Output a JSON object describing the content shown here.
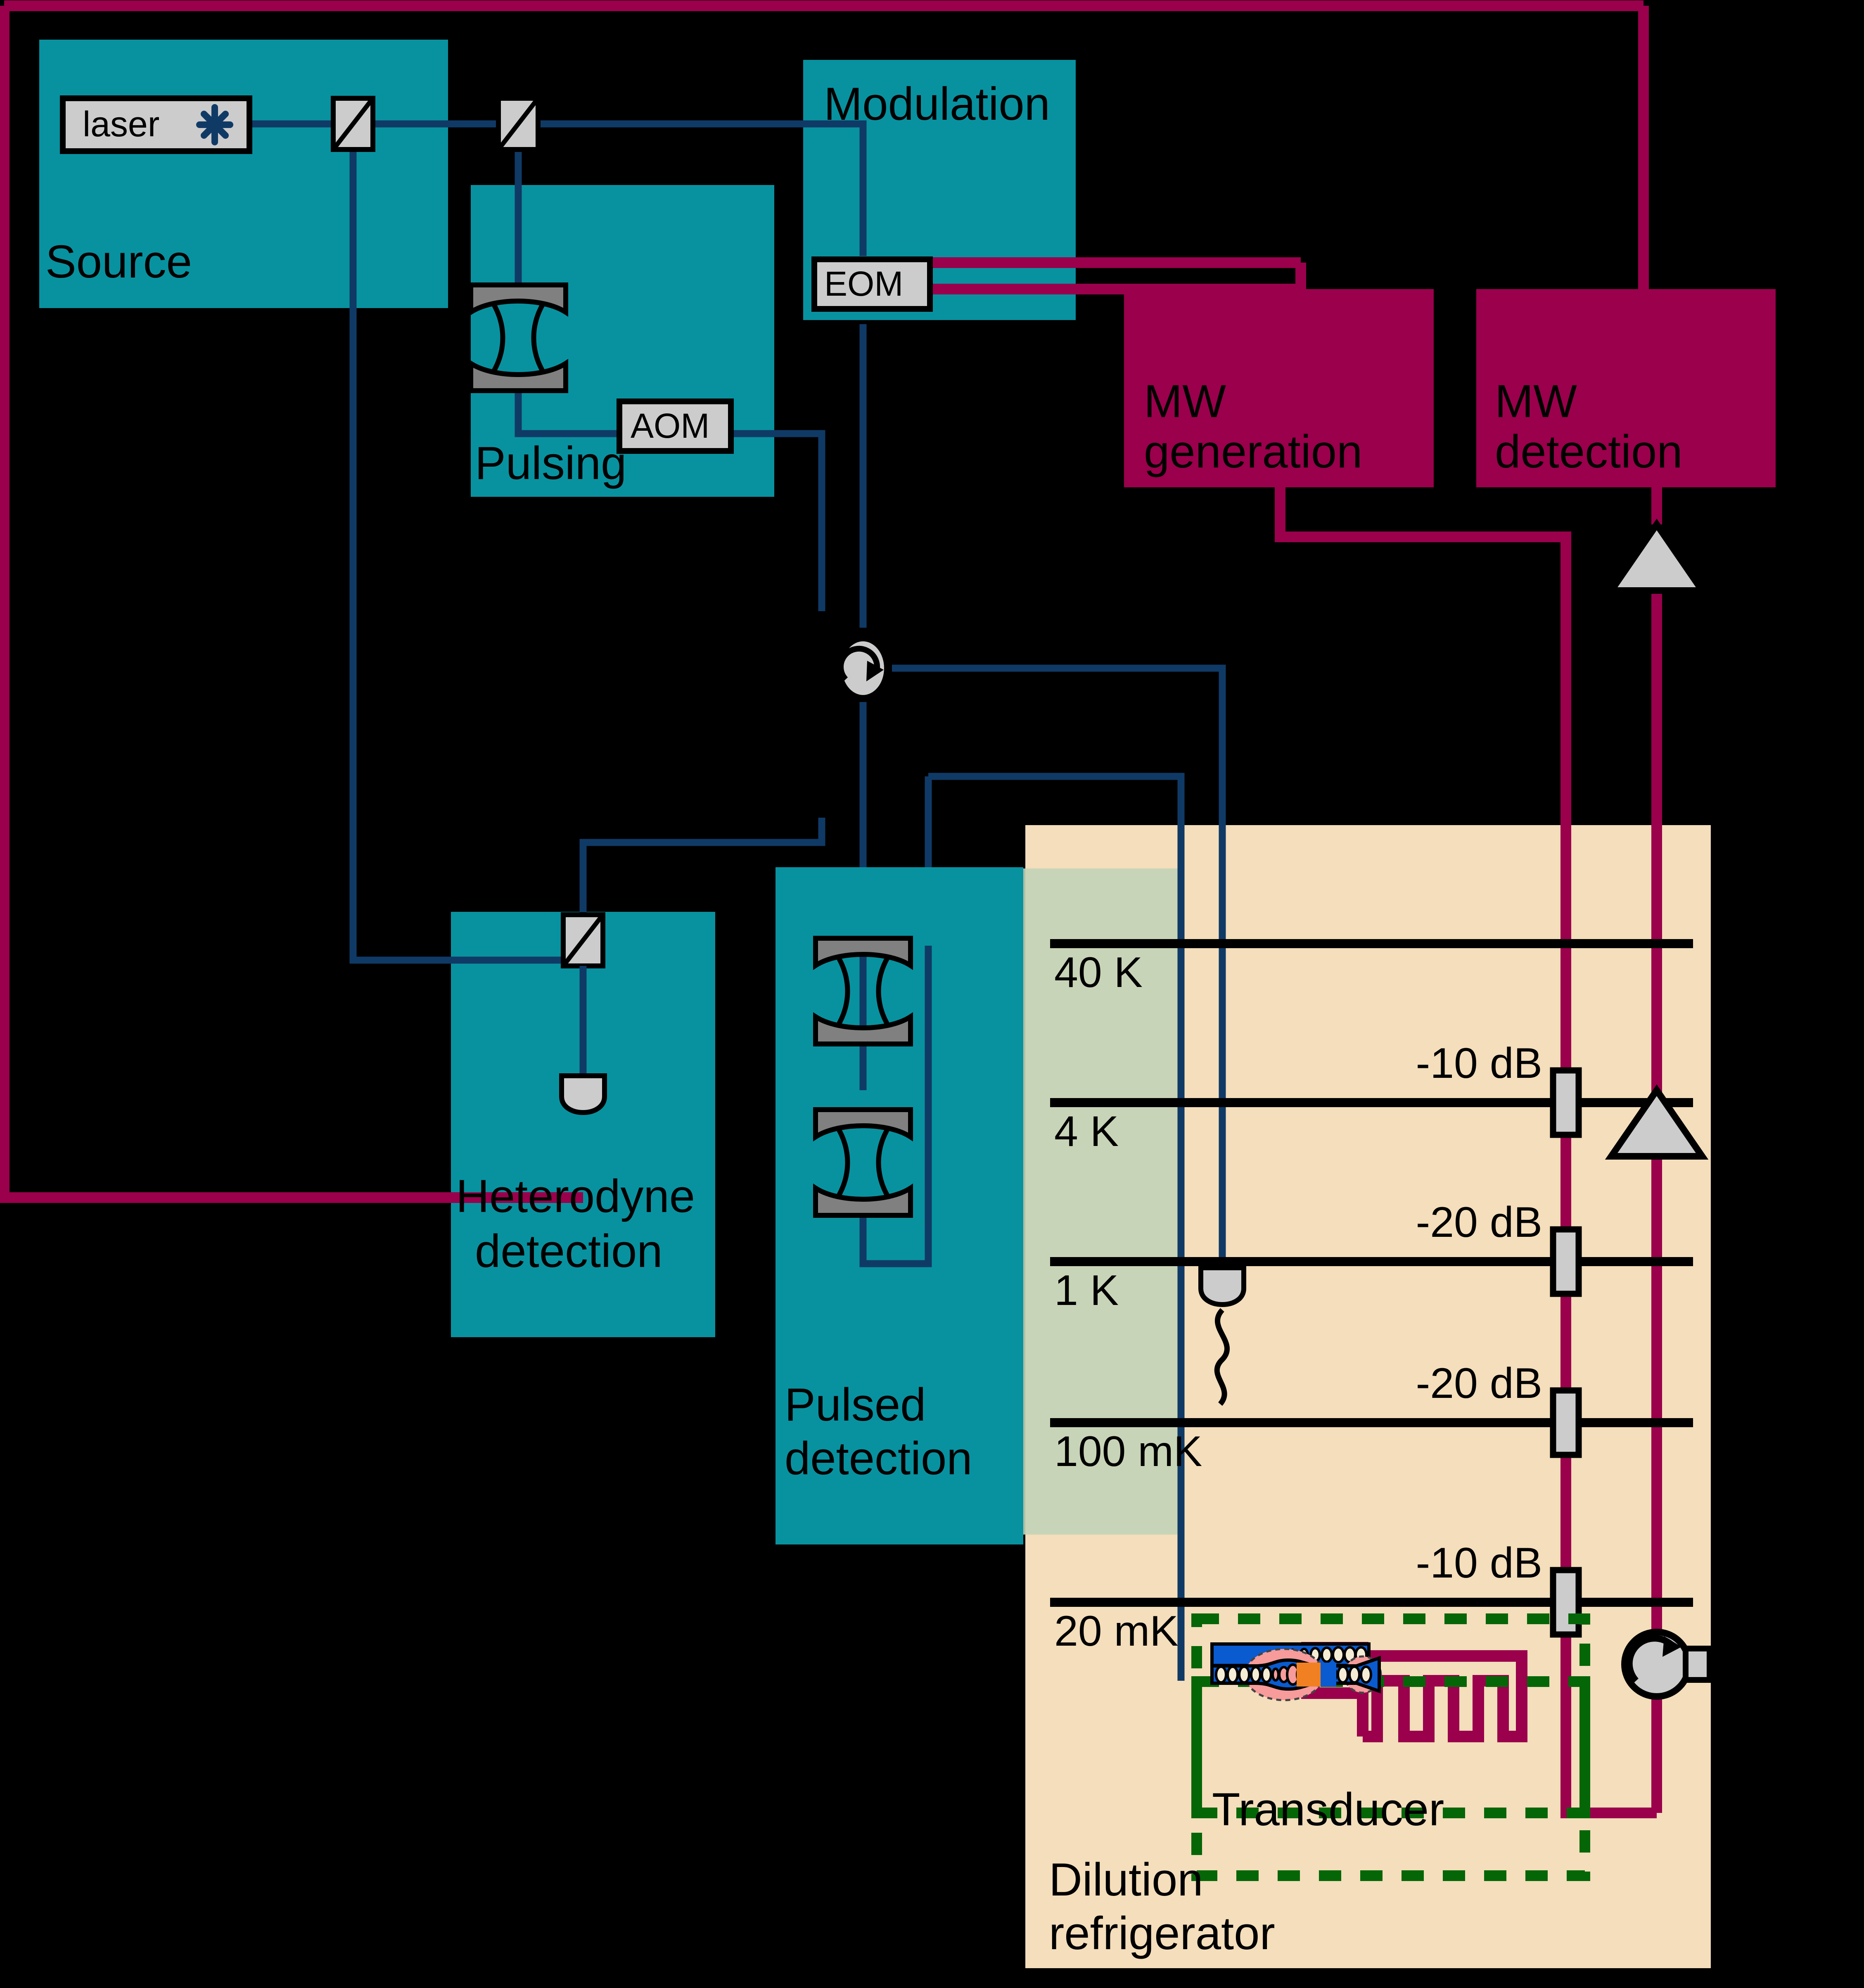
{
  "diagram": {
    "title": "Optomechanical microwave-to-optics transducer setup",
    "colors": {
      "background": "#000000",
      "teal_box": "#0892A0",
      "magenta_box": "#9A004C",
      "fridge_beige": "#F4DEBB",
      "shield_green": "#C3D3B7",
      "optical_line": "#103A66",
      "mw_line": "#9A004C",
      "component_grey": "#CCCCCC",
      "mirror_grey": "#808080",
      "transducer_green": "#056608",
      "waveguide_blue": "#0A5BD0",
      "mode_pink": "#F79B9B",
      "pad_orange": "#F08022"
    }
  },
  "boxes": {
    "source": {
      "label": "Source"
    },
    "pulsing": {
      "label": "Pulsing"
    },
    "modulation": {
      "label": "Modulation"
    },
    "mw_generation": {
      "label_line1": "MW",
      "label_line2": "generation"
    },
    "mw_detection": {
      "label_line1": "MW",
      "label_line2": "detection"
    },
    "heterodyne": {
      "label_line1": "Heterodyne",
      "label_line2": "detection"
    },
    "pulsed": {
      "label_line1": "Pulsed",
      "label_line2": "detection"
    },
    "fridge": {
      "label_line1": "Dilution",
      "label_line2": "refrigerator"
    },
    "transducer": {
      "label": "Transducer"
    }
  },
  "components": {
    "laser": {
      "label": "laser",
      "icon": "laser-star-icon"
    },
    "eom": {
      "label": "EOM"
    },
    "aom": {
      "label": "AOM"
    },
    "beamsplitter_source": {
      "icon": "beamsplitter-icon"
    },
    "beamsplitter_pulsing": {
      "icon": "beamsplitter-icon"
    },
    "beamsplitter_heterodyne": {
      "icon": "beamsplitter-icon"
    },
    "circulator_optical": {
      "icon": "optical-circulator-icon"
    },
    "circulator_mw": {
      "icon": "mw-circulator-icon"
    },
    "photodiode_heterodyne": {
      "icon": "photodiode-icon"
    },
    "photodiode_fridge": {
      "icon": "photodiode-icon"
    },
    "amplifier_top": {
      "icon": "amplifier-triangle-icon"
    },
    "amplifier_bottom": {
      "icon": "amplifier-triangle-icon"
    },
    "cavity_pulsing": {
      "icon": "optical-cavity-icon"
    },
    "cavity_pulsed_1": {
      "icon": "optical-cavity-icon"
    },
    "cavity_pulsed_2": {
      "icon": "optical-cavity-icon"
    }
  },
  "fridge_stages": [
    {
      "label": "40 K"
    },
    {
      "label": "4 K"
    },
    {
      "label": "1 K"
    },
    {
      "label": "100 mK"
    },
    {
      "label": "20 mK"
    }
  ],
  "attenuators": [
    {
      "label": "-10 dB",
      "stage": "4 K"
    },
    {
      "label": "-20 dB",
      "stage": "1 K"
    },
    {
      "label": "-20 dB",
      "stage": "100 mK"
    },
    {
      "label": "-10 dB",
      "stage": "20 mK"
    }
  ]
}
